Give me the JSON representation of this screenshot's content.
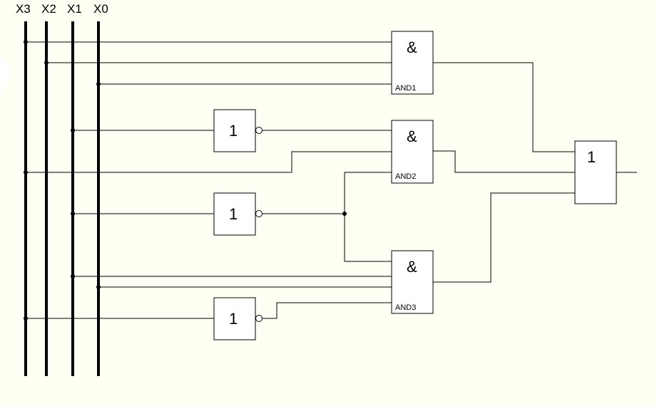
{
  "bus_labels": [
    "X3",
    "X2",
    "X1",
    "X0"
  ],
  "gates": {
    "and1": {
      "symbol": "&",
      "name": "AND1"
    },
    "and2": {
      "symbol": "&",
      "name": "AND2"
    },
    "and3": {
      "symbol": "&",
      "name": "AND3"
    },
    "not1": {
      "symbol": "1"
    },
    "not2": {
      "symbol": "1"
    },
    "not3": {
      "symbol": "1"
    },
    "or": {
      "symbol": "1"
    }
  },
  "colors": {
    "background": "#fffff4",
    "ink": "#000000",
    "gate_fill": "#ffffff"
  }
}
